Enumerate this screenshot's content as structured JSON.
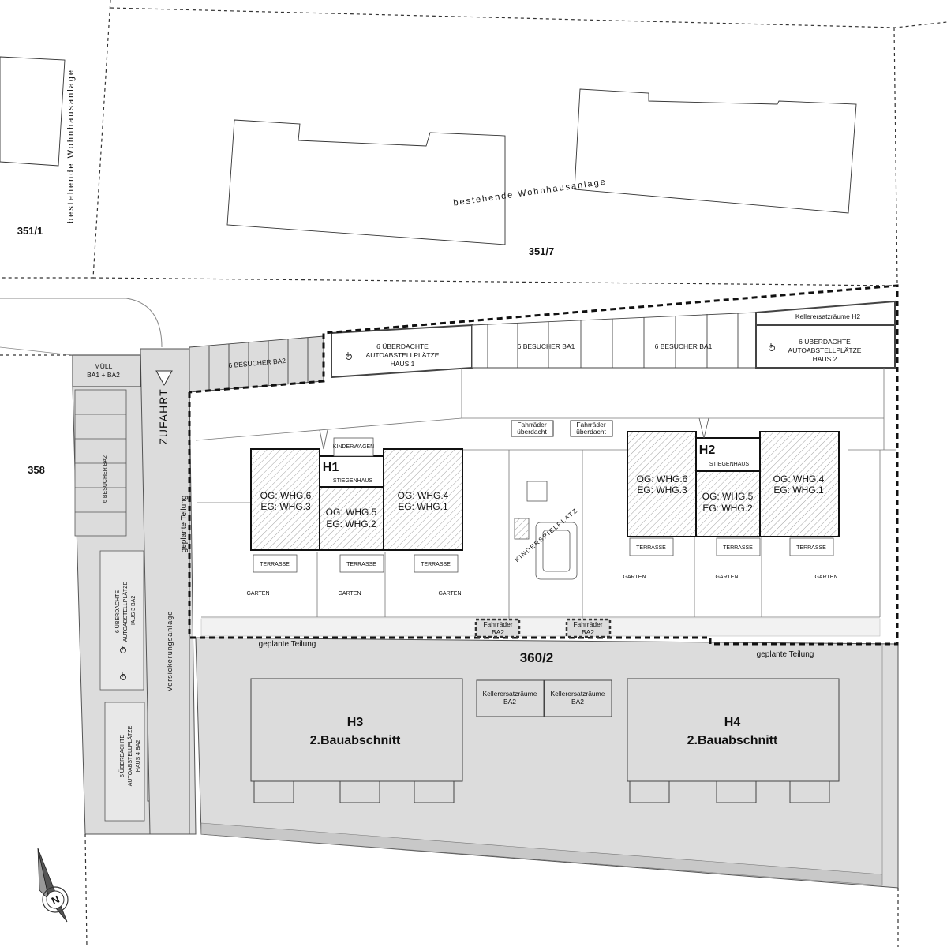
{
  "parcels": {
    "p351_1": "351/1",
    "p351_7": "351/7",
    "p358": "358",
    "p360_2": "360/2"
  },
  "existing": {
    "left": "bestehende Wohnhausanlage",
    "top": "bestehende Wohnhausanlage"
  },
  "access": {
    "zufahrt": "ZUFAHRT",
    "muell_line1": "MÜLL",
    "muell_line2": "BA1 + BA2",
    "versickerung": "Versickerungsanlage"
  },
  "division": {
    "label": "geplante Teilung"
  },
  "parking": {
    "besucher_ba2_top": "6 BESUCHER BA2",
    "carport_h1": [
      "6 ÜBERDACHTE",
      "AUTOABSTELLPLÄTZE",
      "HAUS 1"
    ],
    "besucher_ba1": "6 BESUCHER BA1",
    "keller_h2": "Kellerersatzräume  H2",
    "carport_h2": [
      "6 ÜBERDACHTE",
      "AUTOABSTELLPLÄTZE",
      "HAUS 2"
    ],
    "besucher_ba2_west": "6 BESUCHER BA2",
    "carport_h3": [
      "6 ÜBERDACHTE",
      "AUTOABSTELLPLÄTZE",
      "HAUS 3  BA2"
    ],
    "carport_h4": [
      "6 ÜBERDACHTE",
      "AUTOABSTELLPLÄTZE",
      "HAUS 4  BA2"
    ]
  },
  "bikes": {
    "covered_line1": "Fahrräder",
    "covered_line2": "überdacht",
    "ba2_line1": "Fahrräder",
    "ba2_line2": "BA2"
  },
  "h1": {
    "name": "H1",
    "kinderwagen": "KINDERWAGEN",
    "stiegenhaus": "STIEGENHAUS",
    "west": [
      "OG: WHG.6",
      "EG: WHG.3"
    ],
    "middle": [
      "OG: WHG.5",
      "EG: WHG.2"
    ],
    "east": [
      "OG: WHG.4",
      "EG: WHG.1"
    ]
  },
  "h2": {
    "name": "H2",
    "stiegenhaus": "STIEGENHAUS",
    "west": [
      "OG: WHG.6",
      "EG: WHG.3"
    ],
    "middle": [
      "OG: WHG.5",
      "EG: WHG.2"
    ],
    "east": [
      "OG: WHG.4",
      "EG: WHG.1"
    ]
  },
  "outdoor": {
    "terrasse": "TERRASSE",
    "garten": "GARTEN",
    "spielplatz": "KINDERSPIELPLATZ"
  },
  "phase2": {
    "h3_name": "H3",
    "h4_name": "H4",
    "bauabschnitt": "2.Bauabschnitt",
    "keller_line1": "Kellerersatzräume",
    "keller_line2": "BA2"
  },
  "icons": {
    "north": "north-arrow-icon",
    "accessible": "wheelchair-icon",
    "entry": "entry-arrow-icon"
  },
  "colors": {
    "phase2_fill": "#dcdcdc",
    "hatch": "#777777",
    "line": "#222222"
  }
}
